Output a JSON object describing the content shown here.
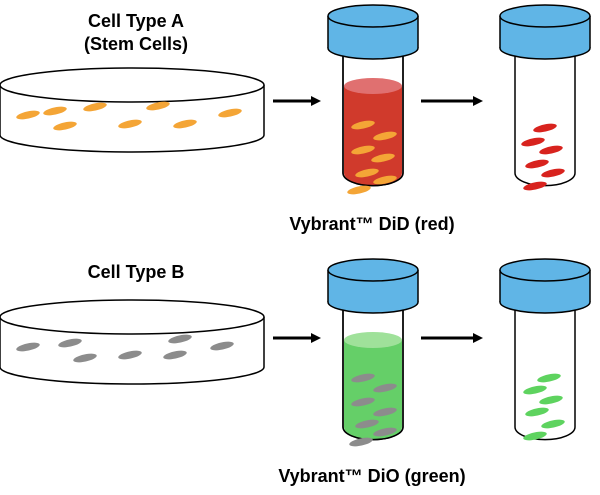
{
  "colors": {
    "stem_cell": "#f4a536",
    "cell_b": "#8c8c8c",
    "red_dye": "#d03a2c",
    "red_dye_surface": "#e07070",
    "red_labeled_cell": "#d8231e",
    "green_dye": "#65cf68",
    "green_dye_surface": "#9fe19a",
    "green_labeled_cell": "#5ed35f",
    "cap": "#60b5e6",
    "outline": "#000000"
  },
  "rows": [
    {
      "cell_type_label": [
        "Cell Type A",
        "(Stem Cells)"
      ],
      "dye_label": "Vybrant™ DiD (red)",
      "dish_cell_color": "stem_cell",
      "dye_color": "red_dye",
      "dye_surface_color": "red_dye_surface",
      "labeled_cell_color": "red_labeled_cell"
    },
    {
      "cell_type_label": [
        "Cell Type B"
      ],
      "dye_label": "Vybrant™ DiO (green)",
      "dish_cell_color": "cell_b",
      "dye_color": "green_dye",
      "dye_surface_color": "green_dye_surface",
      "labeled_cell_color": "green_labeled_cell"
    }
  ],
  "icons": {
    "dish": "petri-dish-icon",
    "tube": "test-tube-icon",
    "arrow": "right-arrow-icon",
    "cell": "cell-icon"
  }
}
